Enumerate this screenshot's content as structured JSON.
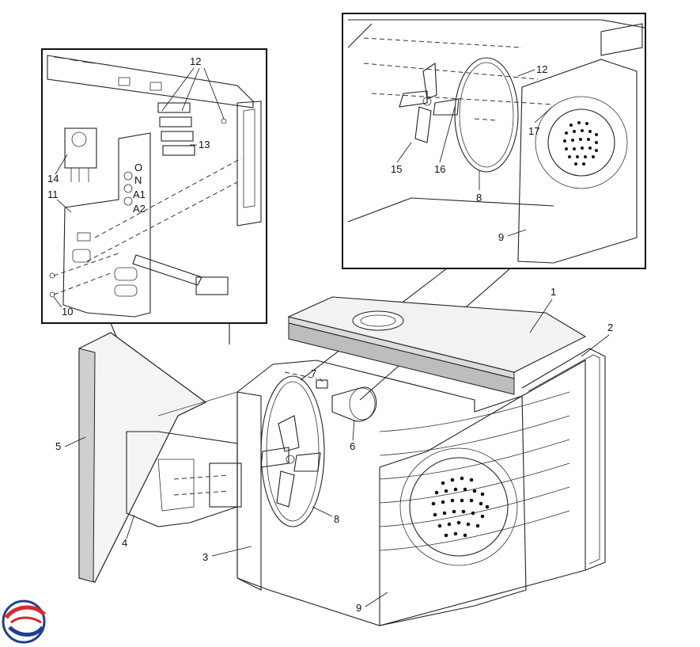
{
  "diagram": {
    "callouts": {
      "c1": "1",
      "c2": "2",
      "c3": "3",
      "c4": "4",
      "c5": "5",
      "c6": "6",
      "c7": "7",
      "c8_main": "8",
      "c9_main": "9",
      "c8_inset": "8",
      "c9_inset": "9",
      "c10": "10",
      "c11": "11",
      "c12_left": "12",
      "c12_right": "12",
      "c13": "13",
      "c14": "14",
      "c15": "15",
      "c16": "16",
      "c17": "17"
    },
    "panel_markings": {
      "o": "O",
      "n": "N",
      "a1": "A1",
      "a2": "A2"
    },
    "logo_colors": {
      "red": "#d42a2a",
      "blue": "#1f3f8f"
    }
  }
}
